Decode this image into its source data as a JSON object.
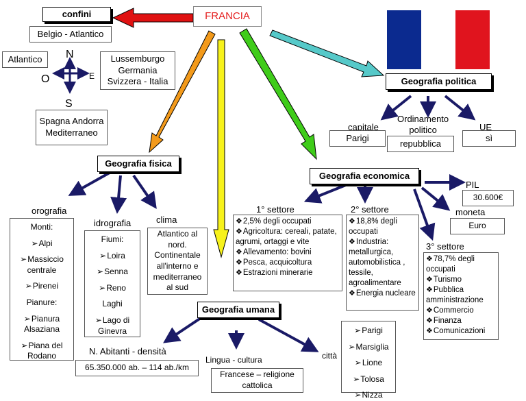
{
  "title": "FRANCIA",
  "confini": {
    "header": "confini",
    "belgio": "Belgio - Atlantico",
    "west": "Atlantico",
    "east": "Lussemburgo\nGermania\nSvizzera - Italia",
    "south": "Spagna Andorra\nMediterraneo",
    "compass": {
      "n": "N",
      "s": "S",
      "o": "O",
      "e": "E"
    }
  },
  "flag_colors": [
    "#0b2a8f",
    "#ffffff",
    "#e0141e"
  ],
  "arrow_colors": {
    "confini": "#e01212",
    "fisica": "#f39a1b",
    "umana": "#f7f21b",
    "economica": "#3fcc1a",
    "politica": "#56c9c9",
    "navy": "#1a1a66"
  },
  "politica": {
    "header": "Geografia politica",
    "capitale_label": "capitale",
    "capitale": "Parigi",
    "ordinamento_label": "Ordinamento\npolitico",
    "ordinamento": "repubblica",
    "ue_label": "UE",
    "ue": "sì"
  },
  "fisica": {
    "header": "Geografia fisica",
    "orografia_label": "orografia",
    "orografia": [
      "Monti:",
      "Alpi",
      "Massiccio centrale",
      "Pirenei",
      "Pianure:",
      "Pianura Alsaziana",
      "Piana del Rodano"
    ],
    "idrografia_label": "idrografia",
    "idrografia": [
      "Fiumi:",
      "Loira",
      "Senna",
      "Reno",
      "Laghi",
      "Lago di Ginevra"
    ],
    "clima_label": "clima",
    "clima": "Atlantico al nord. Continentale all'interno e mediterraneo al sud"
  },
  "umana": {
    "header": "Geografia umana",
    "abitanti_label": "N. Abitanti - densità",
    "abitanti": "65.350.000 ab. – 114 ab./km",
    "lingua_label": "Lingua - cultura",
    "lingua": "Francese – religione cattolica",
    "citta_label": "città",
    "citta": [
      "Parigi",
      "Marsiglia",
      "Lione",
      "Tolosa",
      "Nizza"
    ]
  },
  "economica": {
    "header": "Geografia economica",
    "pil_label": "PIL",
    "pil": "30.600€",
    "moneta_label": "moneta",
    "moneta": "Euro",
    "s1_label": "1° settore",
    "s1": [
      "2,5% degli occupati",
      "Agricoltura: cereali, patate, agrumi, ortaggi e vite",
      "Allevamento: bovini",
      "Pesca, acquicoltura",
      "Estrazioni minerarie"
    ],
    "s2_label": "2° settore",
    "s2": [
      "18,8% degli occupati",
      "Industria: metallurgica, automobilistica , tessile, agroalimentare",
      "Energia nucleare"
    ],
    "s3_label": "3° settore",
    "s3": [
      "78,7% degli occupati",
      "Turismo",
      "Pubblica amministrazione",
      "Commercio",
      "Finanza",
      "Comunicazioni"
    ]
  }
}
